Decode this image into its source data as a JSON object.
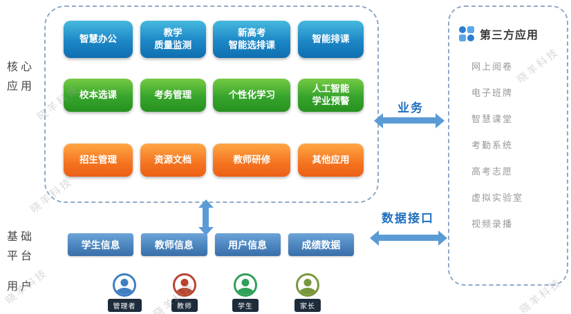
{
  "watermark": "晓羊科技",
  "sections": {
    "core_label": "核心\n应用",
    "platform_label": "基础\n平台",
    "users_label": "用户"
  },
  "core_apps": {
    "row1": [
      "智慧办公",
      "教学\n质量监测",
      "新高考\n智能选排课",
      "智能排课"
    ],
    "row2": [
      "校本选课",
      "考务管理",
      "个性化学习",
      "人工智能\n学业预警"
    ],
    "row3": [
      "招生管理",
      "资源文档",
      "教师研修",
      "其他应用"
    ]
  },
  "platform": {
    "items": [
      "学生信息",
      "教师信息",
      "用户信息",
      "成绩数据"
    ]
  },
  "connectors": {
    "business": "业务",
    "data_interface": "数据接口"
  },
  "third_party": {
    "title": "第三方应用",
    "items": [
      "网上阅卷",
      "电子班牌",
      "智慧课堂",
      "考勤系统",
      "高考志愿",
      "虚拟实验室",
      "视频录播"
    ]
  },
  "users": [
    {
      "label": "管理者",
      "color": "#3f7fc1"
    },
    {
      "label": "教师",
      "color": "#b8432e"
    },
    {
      "label": "学生",
      "color": "#2fa05a"
    },
    {
      "label": "家长",
      "color": "#78973c"
    }
  ],
  "colors": {
    "blue_button": "#1d87c6",
    "green_button": "#36a42c",
    "orange_button": "#f4731f",
    "platform_button": "#4a82bc",
    "arrow": "#5b9bd5",
    "connector_text": "#1f6fc0",
    "dashed_border": "#8ea9c6"
  }
}
